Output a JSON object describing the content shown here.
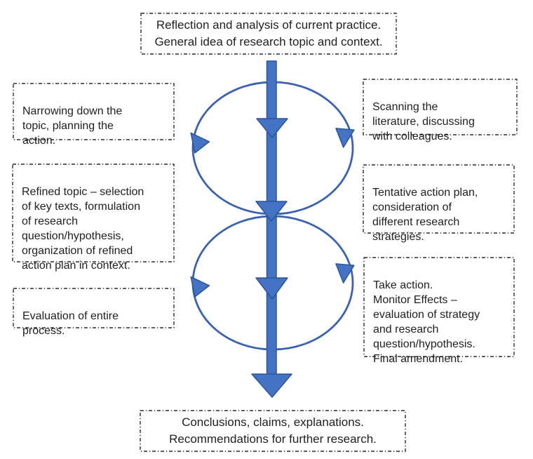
{
  "diagram": {
    "type": "action-research-cycle-flow",
    "boxes": {
      "top": {
        "text": "Reflection and analysis of current practice.\nGeneral idea of research topic and context."
      },
      "left_upper": {
        "text": "Narrowing down the\ntopic, planning the\naction."
      },
      "right_upper": {
        "text": "Scanning the\nliterature, discussing\nwith colleagues."
      },
      "left_middle": {
        "text": "Refined topic – selection\nof key texts, formulation\nof research\nquestion/hypothesis,\norganization of refined\naction plan in context."
      },
      "right_middle": {
        "text": "Tentative action plan,\nconsideration of\ndifferent research\nstrategies."
      },
      "left_lower": {
        "text": "Evaluation of entire\nprocess."
      },
      "right_lower": {
        "text": "Take action.\nMonitor Effects –\nevaluation of strategy\nand research\nquestion/hypothesis.\nFinal amendment."
      },
      "bottom": {
        "text": "Conclusions, claims, explanations.\nRecommendations for further research."
      }
    },
    "colors": {
      "arrow_fill": "#4472c4",
      "arrow_stroke": "#2f5597",
      "circle_stroke": "#3a62b0",
      "box_border": "#2b2b2b",
      "text": "#1f1f1f",
      "background": "#ffffff"
    }
  }
}
